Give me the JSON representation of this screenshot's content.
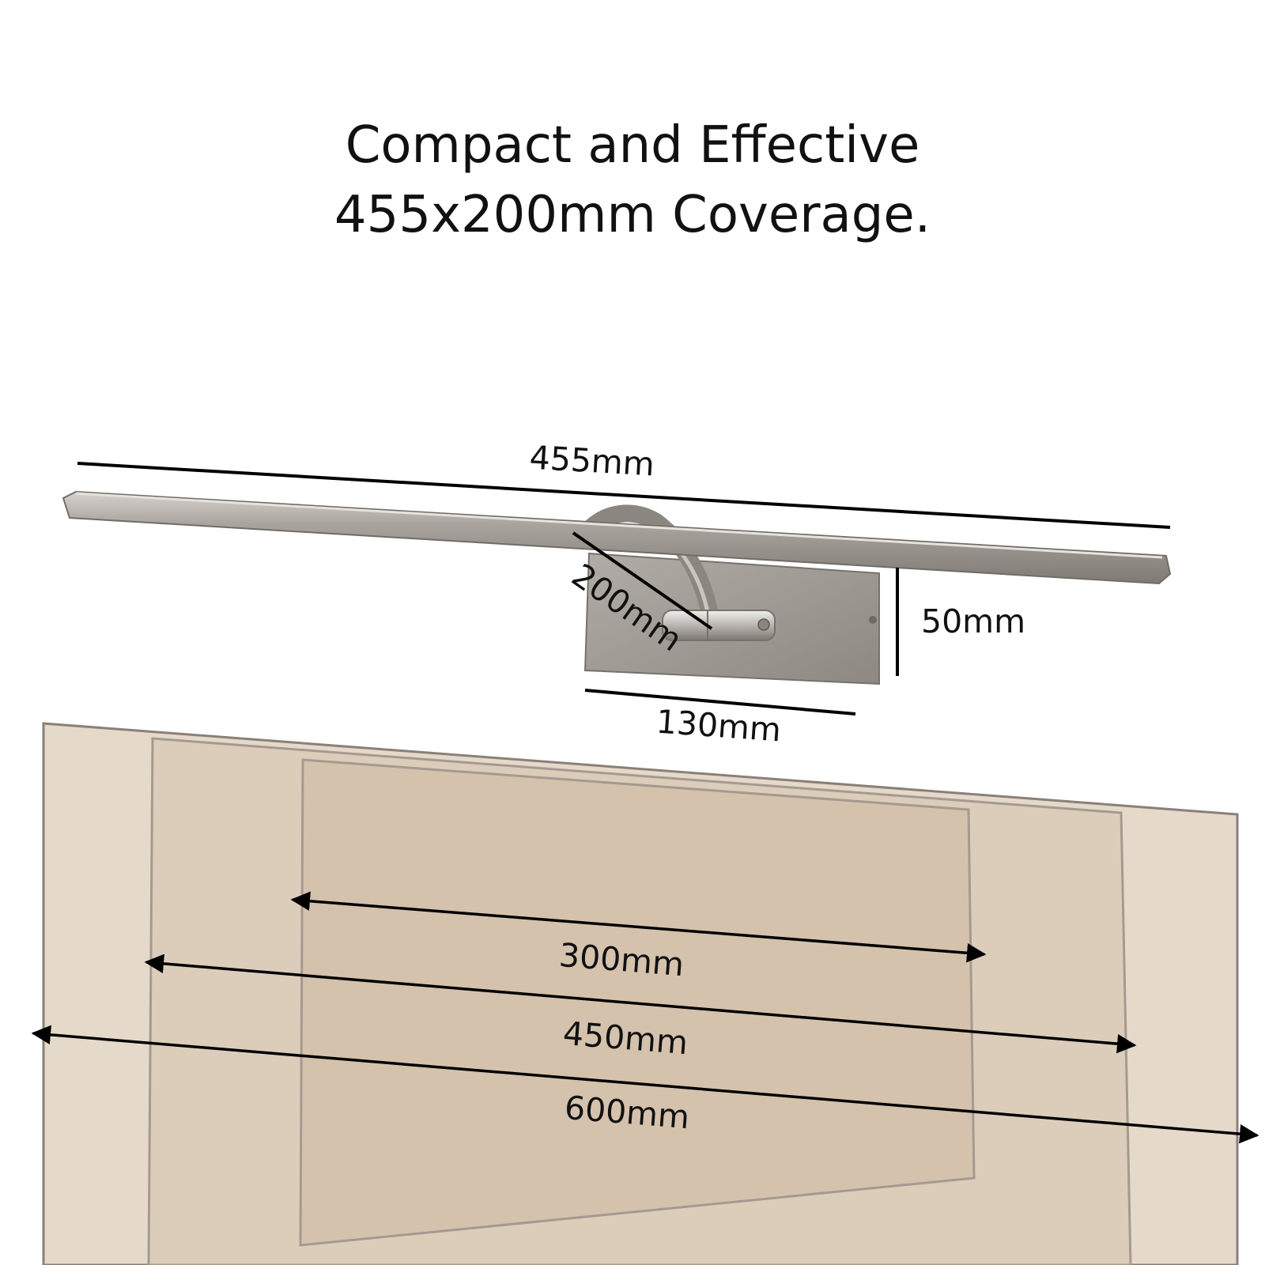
{
  "headline": {
    "line1": "Compact and Effective",
    "line2": "455x200mm Coverage."
  },
  "dimensions": {
    "bar_length": "455mm",
    "arm_reach": "200mm",
    "plate_height": "50mm",
    "plate_width": "130mm",
    "coverage_small": "300mm",
    "coverage_medium": "450mm",
    "coverage_large": "600mm"
  },
  "colors": {
    "canvas_large": "#e5d9ca",
    "canvas_medium": "#dccdbb",
    "canvas_small": "#d4c2ad",
    "frame_stroke": "#9a8f84",
    "lamp_metal": "#9a948e",
    "lamp_highlight": "#c9c5c0",
    "dimension_line": "#000000"
  }
}
